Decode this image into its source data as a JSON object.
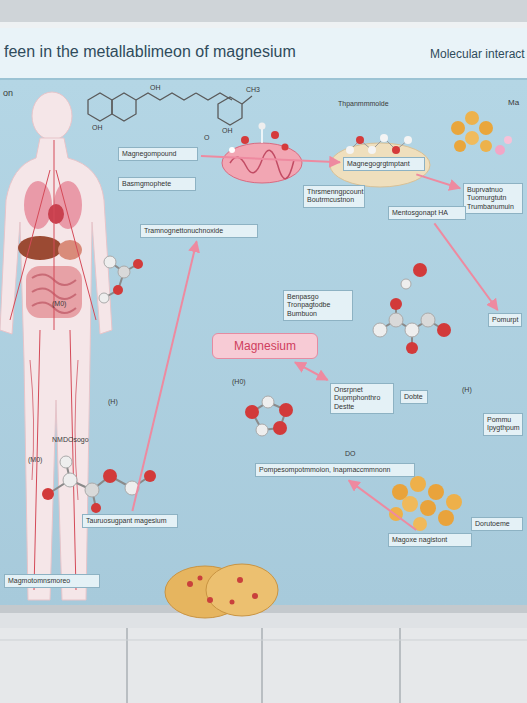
{
  "diagram": {
    "title": "feen in the metallablimeon of magnesium",
    "nodes": [
      {
        "text": [
          "Magnegompound"
        ]
      },
      {
        "text": [
          "Basmgmophete"
        ]
      },
      {
        "text": [
          "Tramnognettonuchnoxide"
        ]
      },
      {
        "text": [
          "Thrsmenngpcount Boutrmcustnon"
        ]
      },
      {
        "text": [
          "Magnegogrgtmptant"
        ]
      },
      {
        "text": [
          "Buprvatnuo Tuomurgtutn Trumbanumuin"
        ]
      },
      {
        "text": [
          "Mentosgonapt HA"
        ]
      },
      {
        "text": [
          "Magnesium"
        ]
      },
      {
        "text": [
          "Benpasgo Tronpagtodbe Bumbuon"
        ]
      },
      {
        "text": [
          "Onsrpnet Dupmphonthro Destte"
        ]
      },
      {
        "text": [
          "Dobte"
        ]
      },
      {
        "text": [
          "Pomurpt"
        ]
      },
      {
        "text": [
          "Pommu Ipygthpum"
        ]
      },
      {
        "text": [
          "Pompesompotmmoion, Inapmaccmmnonn"
        ]
      },
      {
        "text": [
          "Tauruosugpant magesium"
        ]
      },
      {
        "text": [
          "Magoxe nagistont"
        ]
      },
      {
        "text": [
          "Dorutoeme"
        ]
      },
      {
        "text": [
          "Magmotomnsmoreo"
        ]
      }
    ],
    "edges": [
      {
        "from": 0,
        "to": 4,
        "arrow": "to"
      },
      {
        "from": 4,
        "to": 5,
        "arrow": "to"
      },
      {
        "from": 7,
        "to": 9,
        "arrow": "both"
      },
      {
        "from": 6,
        "to": 11,
        "arrow": "to"
      },
      {
        "from": 15,
        "to": 13,
        "arrow": "to"
      },
      {
        "from": 14,
        "to": 2,
        "arrow": "to"
      }
    ],
    "labels": [
      "Molecular interact",
      "on",
      "Thpanmmmolde",
      "Ma",
      "O",
      "OH",
      "OH",
      "OH",
      "CH3",
      "(H)",
      "NMDOsogo",
      "(M0)",
      "(M0)",
      "(H)",
      "DO",
      "(H0)"
    ]
  }
}
